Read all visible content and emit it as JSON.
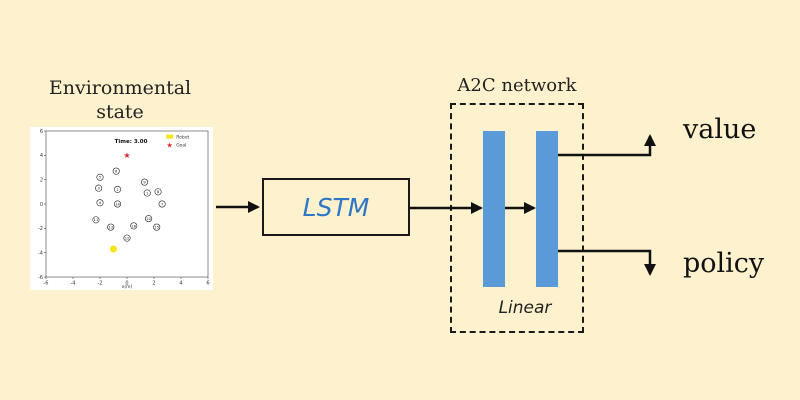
{
  "environment": {
    "title_line1": "Environmental",
    "title_line2": "state",
    "plot": {
      "time_label": "Time: 3.00",
      "legend": [
        {
          "label": "Robot",
          "color": "#f2e71a"
        },
        {
          "label": "Goal",
          "color": "#d62728"
        }
      ],
      "x_ticks": [
        "-6",
        "-4",
        "-2",
        "0",
        "2",
        "4",
        "6"
      ],
      "y_ticks": [
        "6",
        "4",
        "2",
        "0",
        "-2",
        "-4",
        "-6"
      ],
      "x_label": "x(m)",
      "xlim": [
        -6,
        6
      ],
      "ylim": [
        -6,
        6
      ],
      "robot": {
        "x": -1.0,
        "y": -3.7
      },
      "goal": {
        "x": 0.0,
        "y": 4.0
      },
      "agents": [
        {
          "label": "5",
          "x": -2.0,
          "y": 2.2
        },
        {
          "label": "6",
          "x": -0.8,
          "y": 2.7
        },
        {
          "label": "3",
          "x": -2.1,
          "y": 1.3
        },
        {
          "label": "2",
          "x": -0.7,
          "y": 1.2
        },
        {
          "label": "9",
          "x": 1.3,
          "y": 1.8
        },
        {
          "label": "1",
          "x": 1.5,
          "y": 0.9
        },
        {
          "label": "8",
          "x": 2.3,
          "y": 1.0
        },
        {
          "label": "4",
          "x": -2.0,
          "y": 0.1
        },
        {
          "label": "14",
          "x": -0.7,
          "y": 0.0
        },
        {
          "label": "7",
          "x": 2.6,
          "y": 0.0
        },
        {
          "label": "11",
          "x": -2.3,
          "y": -1.3
        },
        {
          "label": "10",
          "x": 1.6,
          "y": -1.2
        },
        {
          "label": "13",
          "x": -1.2,
          "y": -1.9
        },
        {
          "label": "16",
          "x": 0.5,
          "y": -1.8
        },
        {
          "label": "15",
          "x": 2.2,
          "y": -1.9
        },
        {
          "label": "12",
          "x": 0.0,
          "y": -2.8
        }
      ]
    }
  },
  "lstm": {
    "label": "LSTM"
  },
  "a2c": {
    "title": "A2C network",
    "linear_label": "Linear"
  },
  "outputs": {
    "value": "value",
    "policy": "policy"
  },
  "colors": {
    "background": "#fdf2cd",
    "bar": "#5a9ad8",
    "lstm_text": "#2e76c6",
    "line": "#111111"
  }
}
